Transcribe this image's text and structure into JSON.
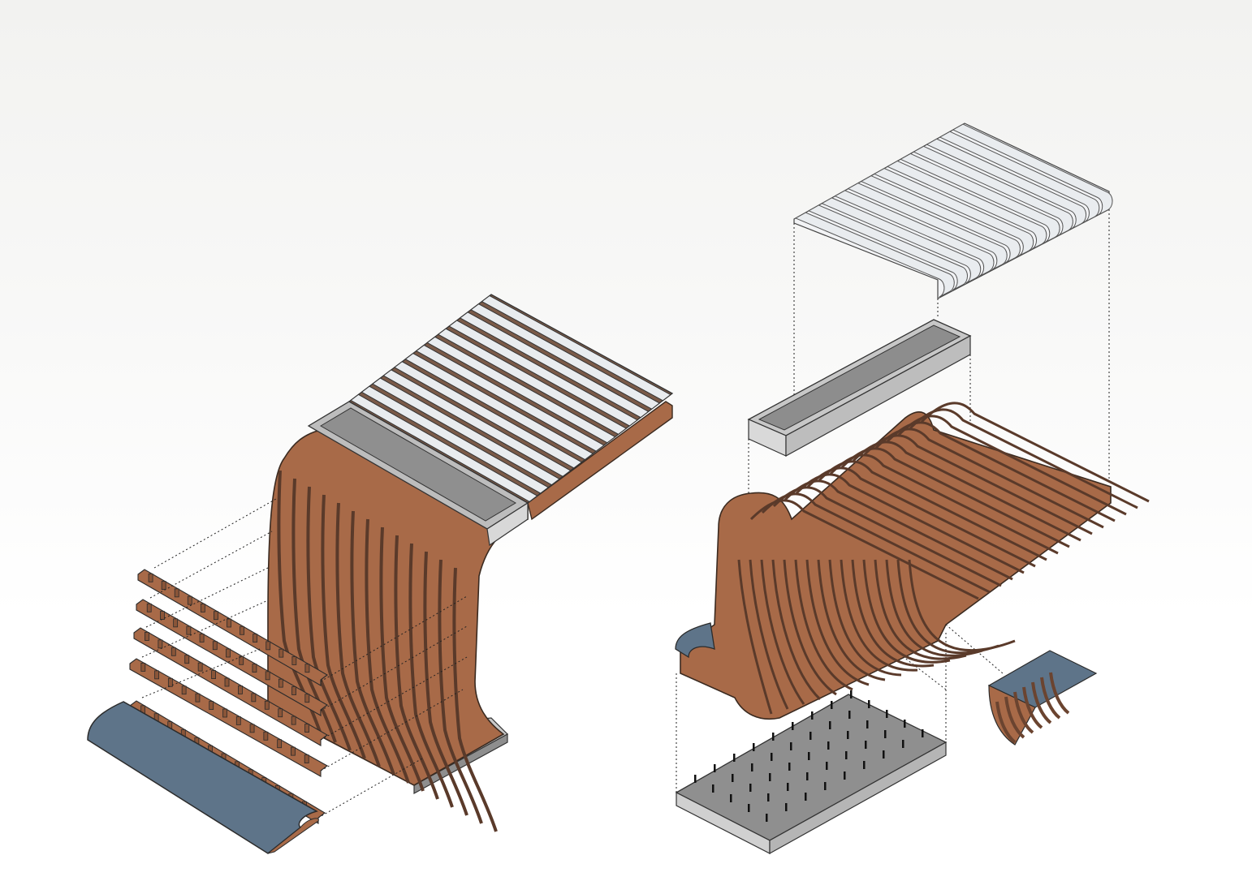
{
  "figure": {
    "colors": {
      "wood": "#a86a48",
      "wood_dark": "#5a3a2a",
      "slat_white": "#e9ecef",
      "tray_grey": "#9a9a9a",
      "tray_light": "#cfcfcf",
      "cushion_blue": "#5e7489",
      "base_plate": "#8e8e8e",
      "outline": "#333333"
    },
    "left_assembly": {
      "parts": [
        "top-slats",
        "planter-tray",
        "curved-ribs",
        "seat-rails",
        "seat-cushion",
        "base-plate"
      ],
      "top_slat_count": 13,
      "rib_count": 13,
      "rail_count": 5
    },
    "right_assembly": {
      "parts": [
        "top-slats-exploded",
        "planter-tray-exploded",
        "rib-frame",
        "anchor-base-plate",
        "detail-module"
      ],
      "top_slat_count": 13,
      "rib_count": 16
    }
  }
}
